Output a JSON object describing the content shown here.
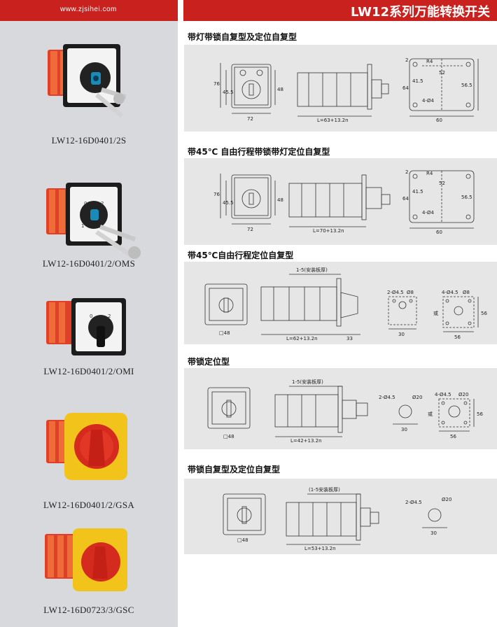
{
  "header": {
    "url": "www.zjsihei.com",
    "title": "LW12系列万能转换开关"
  },
  "products": [
    {
      "label": "LW12-16D0401/2S"
    },
    {
      "label": "LW12-16D0401/2/OMS"
    },
    {
      "label": "LW12-16D0401/2/OMI"
    },
    {
      "label": "LW12-16D0401/2/GSA"
    },
    {
      "label": "LW12-16D0723/3/GSC"
    }
  ],
  "sections": [
    {
      "title": "带灯带锁自复型及定位自复型",
      "dims": {
        "h1": "76",
        "h2": "45.5",
        "h3": "48",
        "w": "72",
        "len": "L=63+13.2n",
        "r": "R4",
        "top": "52",
        "side": "41.5",
        "full": "56.5",
        "h": "64",
        "hole": "4-Ø4",
        "base": "60",
        "edge": "2"
      }
    },
    {
      "title": "带45℃ 自由行程带锁带灯定位自复型",
      "dims": {
        "h1": "76",
        "h2": "45.5",
        "h3": "48",
        "w": "72",
        "len": "L=70+13.2n",
        "r": "R4",
        "top": "52",
        "side": "41.5",
        "full": "56.5",
        "h": "64",
        "hole": "4-Ø4",
        "base": "60",
        "edge": "2"
      }
    },
    {
      "title": "带45℃自由行程定位自复型",
      "dims": {
        "sq": "□48",
        "len": "L=62+13.2n",
        "panel": "1-5(安装板厚)",
        "ext": "33",
        "a_hole": "2-Ø4.5",
        "a_dia": "Ø8",
        "a_w": "30",
        "b_hole": "4-Ø4.5",
        "b_dia": "Ø8",
        "b_w": "56",
        "b_h": "56",
        "or": "或"
      }
    },
    {
      "title": "带锁定位型",
      "dims": {
        "sq": "□48",
        "len": "L=42+13.2n",
        "panel": "1-5(安装板厚)",
        "a_hole": "2-Ø4.5",
        "a_dia": "Ø20",
        "a_w": "30",
        "b_hole": "4-Ø4.5",
        "b_dia": "Ø20",
        "b_w": "56",
        "b_h": "56",
        "or": "或"
      }
    },
    {
      "title": "带锁自复型及定位自复型",
      "dims": {
        "sq": "□48",
        "len": "L=53+13.2n",
        "panel": "(1-5安装板厚)",
        "a_hole": "2-Ø4.5",
        "a_dia": "Ø20",
        "a_w": "30"
      }
    }
  ],
  "colors": {
    "brand_red": "#c8211e",
    "panel_gray": "#e6e6e7",
    "left_gray": "#d7d9dc",
    "switch_yellow": "#f2c31a"
  }
}
